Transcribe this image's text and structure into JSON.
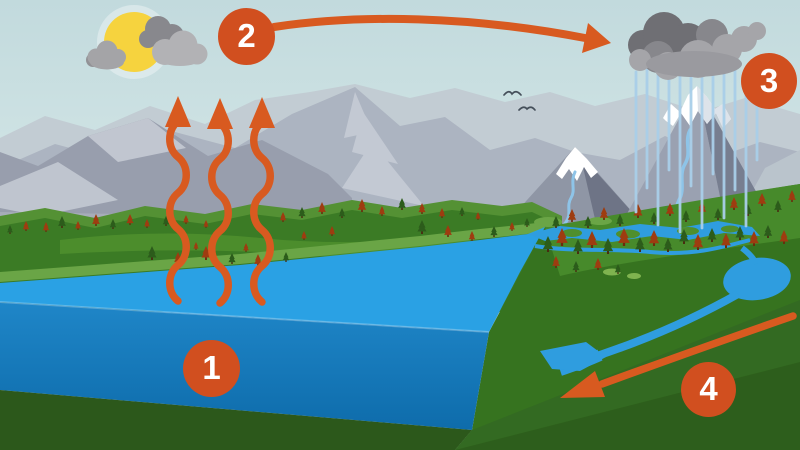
{
  "badges": [
    {
      "label": "1"
    },
    {
      "label": "2"
    },
    {
      "label": "3"
    },
    {
      "label": "4"
    }
  ],
  "colors": {
    "badge": "#d14f1f",
    "arrow": "#d85a20",
    "sun": "#f6d33e",
    "sun_halo": "#ffffff",
    "sky_top": "#c2dadd",
    "sky_bottom": "#dfeeec",
    "cloud_dark": "#6f6f74",
    "cloud_mid": "#87878c",
    "cloud_light": "#a5a5a9",
    "rain": "#a9cfe9",
    "mountain_far": "#c2ccd3",
    "mountain_mid": "#acb4c1",
    "mountain_near": "#989ead",
    "mountain_dark": "#777e90",
    "snow": "#ffffff",
    "grass_dark": "#3b7b25",
    "grass_crest": "#549134",
    "grass_shore": "#6aa546",
    "ground_shadow": "#2c581b",
    "water_surface": "#2aa1e4",
    "water_front_top": "#1f86c8",
    "water_front_bottom": "#0e6cab",
    "river": "#2f9ddf",
    "mountain_stream": "#8ec4e8",
    "tree_red": "#9e3c10",
    "tree_green": "#2c5c1b",
    "bird": "#454f5a"
  }
}
